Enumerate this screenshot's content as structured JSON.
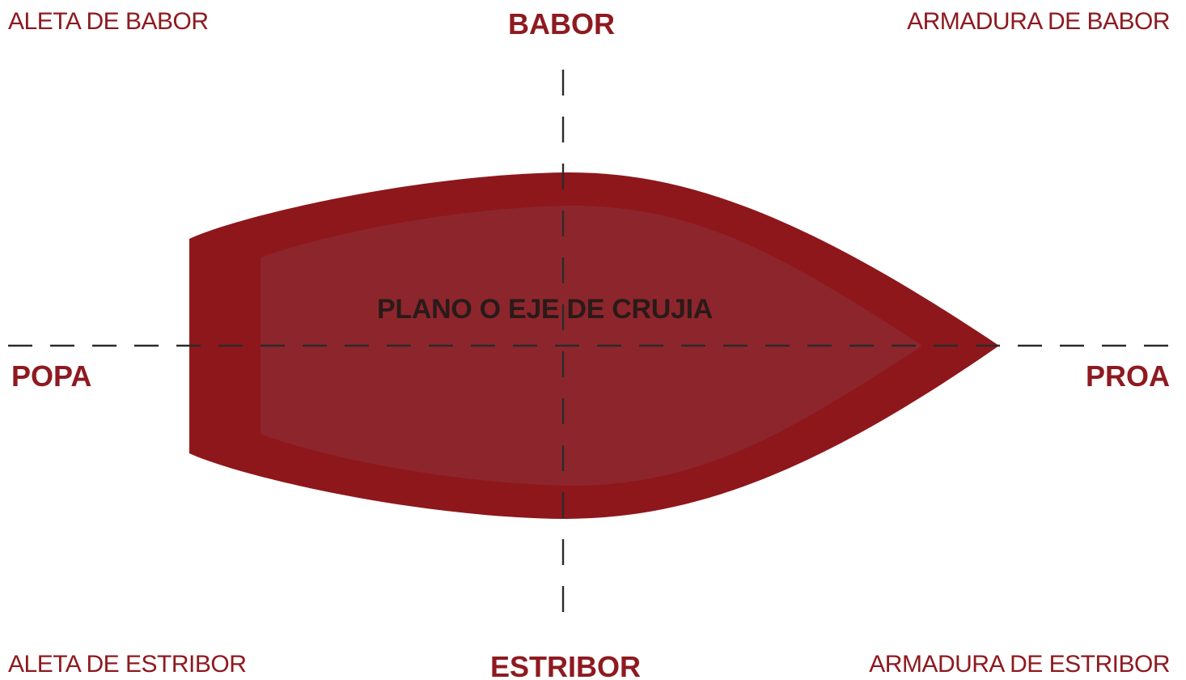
{
  "labels": {
    "aleta_babor": "ALETA DE BABOR",
    "babor": "BABOR",
    "armadura_babor": "ARMADURA DE BABOR",
    "popa": "POPA",
    "proa": "PROA",
    "aleta_estribor": "ALETA DE ESTRIBOR",
    "estribor": "ESTRIBOR",
    "armadura_estribor": "ARMADURA DE ESTRIBOR",
    "plano_crujia": "PLANO O EJE DE CRUJIA"
  },
  "colors": {
    "hull_outer": "#8e171c",
    "hull_inner": "#8d262c",
    "label_red": "#8e1a20",
    "center_text": "#2a1a1a",
    "axis_line": "#2b2b2b"
  },
  "icons": {
    "hull": "boat-hull-top-view-icon"
  }
}
